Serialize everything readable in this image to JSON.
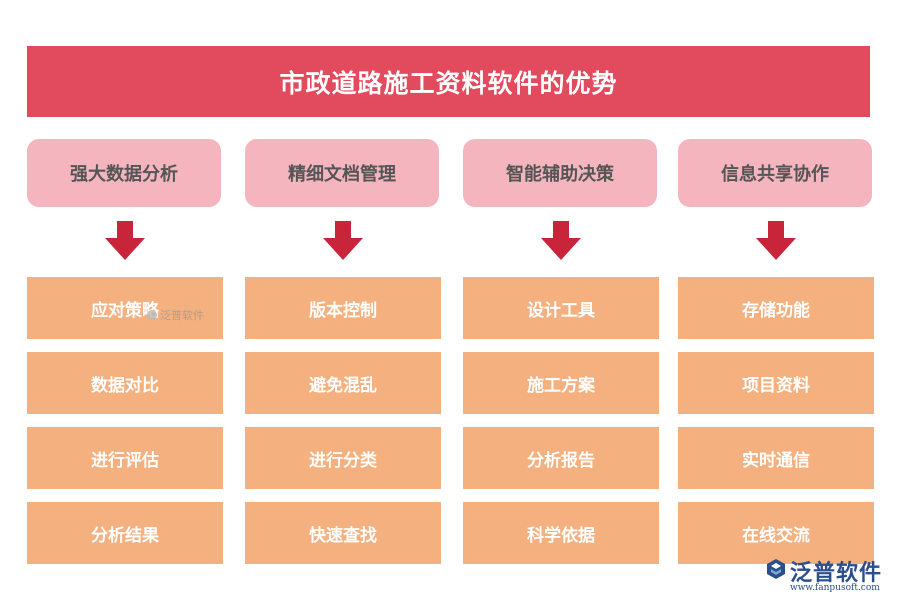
{
  "title": "市政道路施工资料软件的优势",
  "columns": [
    {
      "header": "强大数据分析",
      "items": [
        "应对策略",
        "数据对比",
        "进行评估",
        "分析结果"
      ]
    },
    {
      "header": "精细文档管理",
      "items": [
        "版本控制",
        "避免混乱",
        "进行分类",
        "快速查找"
      ]
    },
    {
      "header": "智能辅助决策",
      "items": [
        "设计工具",
        "施工方案",
        "分析报告",
        "科学依据"
      ]
    },
    {
      "header": "信息共享协作",
      "items": [
        "存储功能",
        "项目资料",
        "实时通信",
        "在线交流"
      ]
    }
  ],
  "watermark": {
    "small_text": "泛普软件",
    "logo_name": "泛普软件",
    "logo_url": "www.fanpusoft.com"
  },
  "colors": {
    "title_bg": "#e24a5d",
    "header_bg": "#f4b5bf",
    "item_bg": "#f4b07e",
    "arrow": "#c8243a",
    "logo": "#2b4f8a"
  }
}
